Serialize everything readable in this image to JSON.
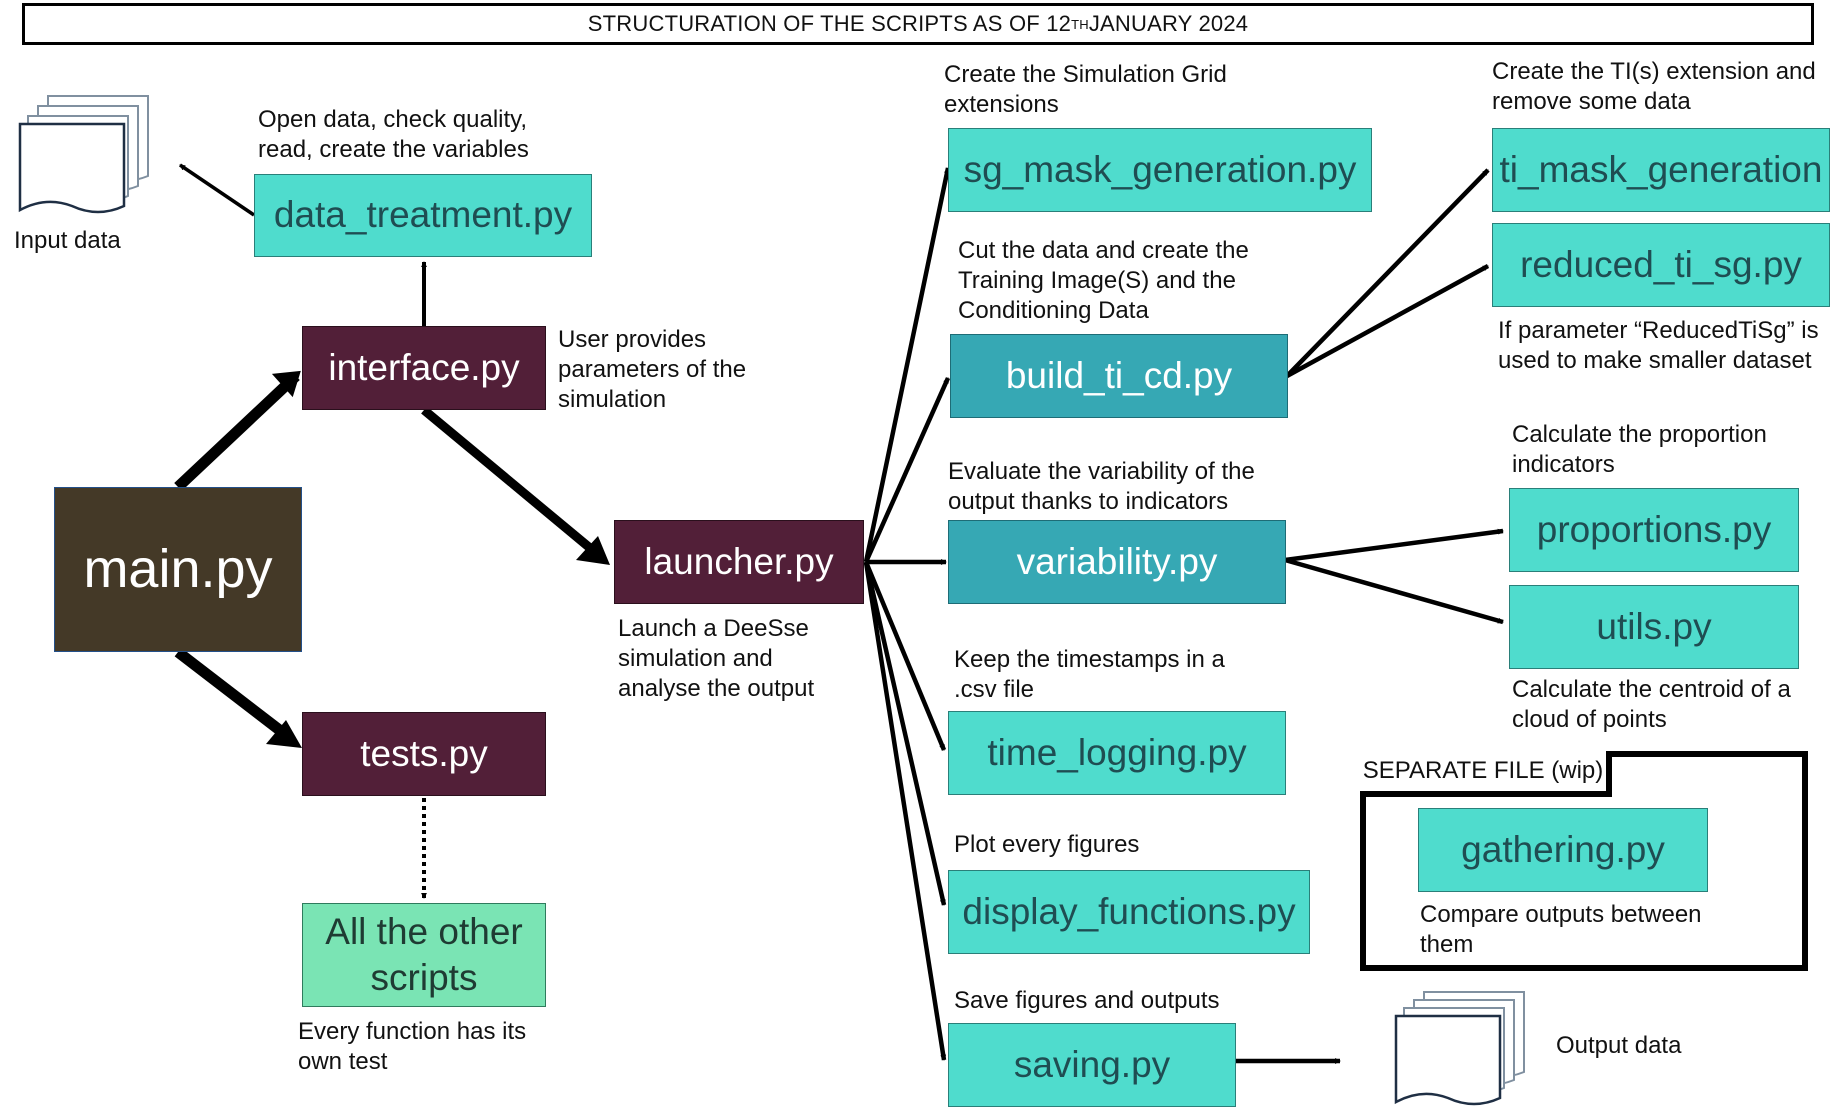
{
  "title": {
    "prefix": "STRUCTURATION OF THE SCRIPTS AS OF 12",
    "sup": "TH",
    "suffix": " JANUARY 2024"
  },
  "nodes": {
    "main": "main.py",
    "interface": "interface.py",
    "data_treatment": "data_treatment.py",
    "launcher": "launcher.py",
    "tests": "tests.py",
    "other_scripts": "All the other scripts",
    "sg_mask": "sg_mask_generation.py",
    "build_ti_cd": "build_ti_cd.py",
    "variability": "variability.py",
    "time_logging": "time_logging.py",
    "display_functions": "display_functions.py",
    "saving": "saving.py",
    "ti_mask": "ti_mask_generation",
    "reduced_ti_sg": "reduced_ti_sg.py",
    "proportions": "proportions.py",
    "utils": "utils.py",
    "gathering": "gathering.py"
  },
  "notes": {
    "input_data": "Input data",
    "output_data": "Output data",
    "data_treatment": [
      "Open data, check quality,",
      "read, create the variables"
    ],
    "interface": [
      "User provides",
      "parameters of the",
      "simulation"
    ],
    "launcher": [
      "Launch a DeeSse",
      "simulation and",
      "analyse the output"
    ],
    "tests": [
      "Every function has its",
      "own test"
    ],
    "sg_mask": [
      "Create the Simulation Grid",
      "extensions"
    ],
    "build_ti_cd": [
      "Cut the data and create the",
      "Training Image(S) and the",
      "Conditioning Data"
    ],
    "variability": [
      "Evaluate the variability of the",
      "output thanks to indicators"
    ],
    "time_logging": [
      "Keep the timestamps in a",
      ".csv file"
    ],
    "display_functions": [
      "Plot every figures"
    ],
    "saving": [
      "Save figures and outputs"
    ],
    "ti_mask": [
      "Create the TI(s) extension and",
      "remove some data"
    ],
    "reduced_ti_sg": [
      "If parameter “ReducedTiSg” is",
      "used to make smaller dataset"
    ],
    "proportions": [
      "Calculate the proportion",
      "indicators"
    ],
    "utils": [
      "Calculate the centroid of a",
      "cloud of points"
    ],
    "gathering": [
      "Compare outputs between",
      "them"
    ]
  },
  "separate_file_label": "SEPARATE FILE (wip)",
  "colors": {
    "teal": "#4fdccd",
    "dark_teal": "#36a8b4",
    "maroon": "#521f38",
    "brown": "#443927",
    "mint": "#7ae4b4",
    "edge": "#000000"
  }
}
